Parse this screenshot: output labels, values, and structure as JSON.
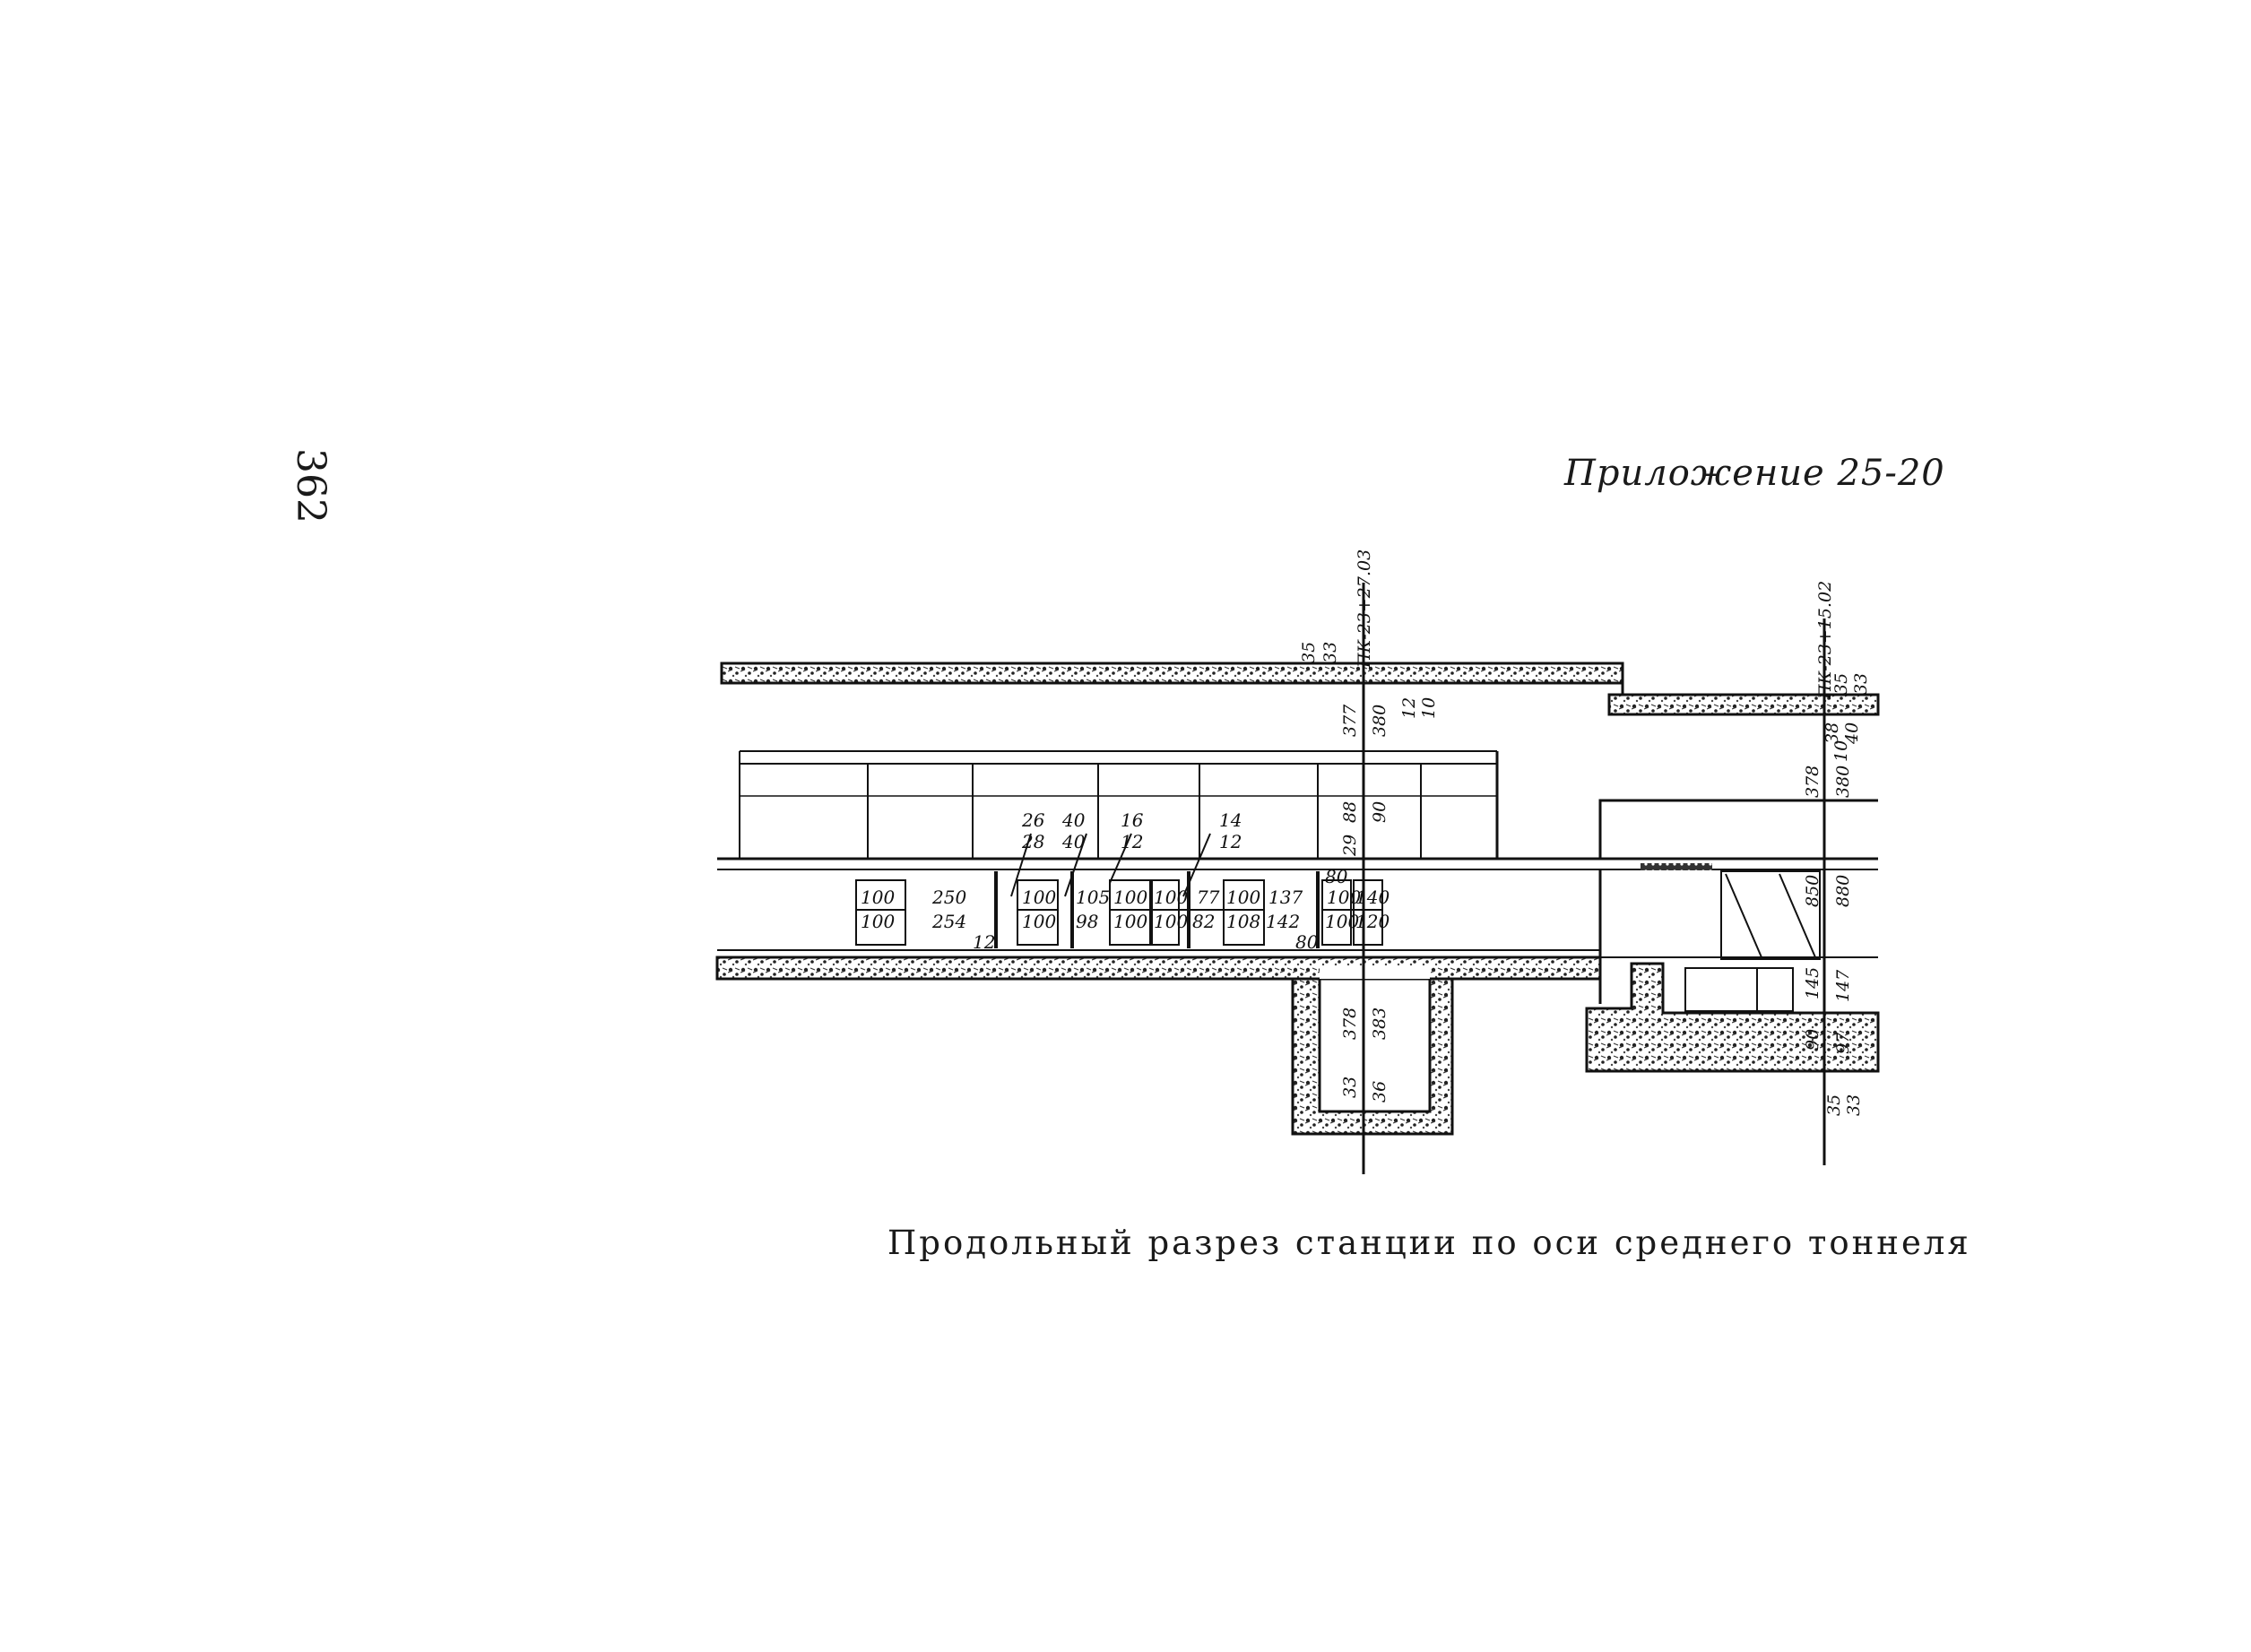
{
  "page": {
    "page_number": "362",
    "appendix_label": "Приложение 25-20",
    "caption": "Продольный разрез станции по оси среднего тоннеля"
  },
  "drawing": {
    "pickets": [
      "ПК-23+27.03",
      "ПК-23+15.02"
    ],
    "box_labels_top": [
      "100",
      "100",
      "100",
      "100",
      "100",
      "100",
      "140"
    ],
    "box_labels_bottom": [
      "100",
      "100",
      "98",
      "100",
      "100",
      "108",
      "100",
      "120"
    ],
    "span_labels": [
      "250",
      "254",
      "105",
      "77",
      "137"
    ],
    "small_marks_upper": [
      "26",
      "28",
      "40",
      "40",
      "16",
      "12",
      "14",
      "12"
    ],
    "small_marks_lower": [
      "12",
      "82",
      "142",
      "80",
      "80"
    ],
    "vertical_dims_axis1": [
      "35",
      "33",
      "377",
      "380",
      "12",
      "10",
      "88",
      "90",
      "29",
      "378",
      "383",
      "33",
      "36"
    ],
    "vertical_dims_axis2": [
      "35",
      "33",
      "38",
      "40",
      "10",
      "378",
      "380",
      "850",
      "880",
      "145",
      "147",
      "90",
      "97",
      "35",
      "33"
    ]
  }
}
